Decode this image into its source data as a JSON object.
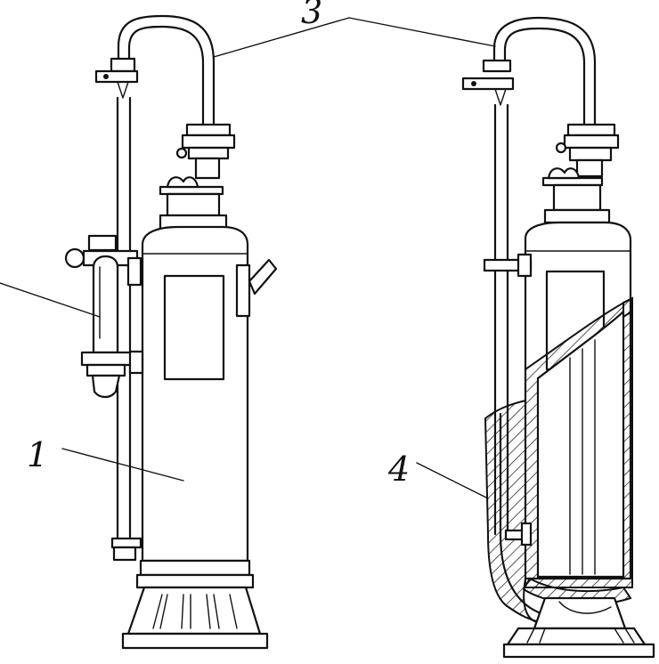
{
  "labels": {
    "l1": "1",
    "l3": "3",
    "l4": "4"
  }
}
